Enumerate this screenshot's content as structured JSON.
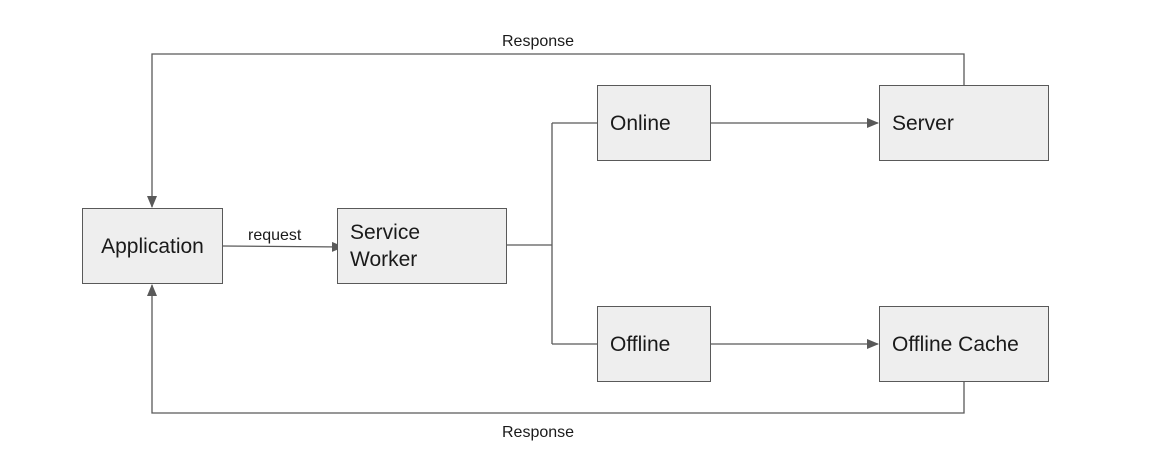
{
  "diagram": {
    "nodes": {
      "application": "Application",
      "service_worker": [
        "Service",
        "Worker"
      ],
      "online": "Online",
      "offline": "Offline",
      "server": "Server",
      "offline_cache": "Offline Cache"
    },
    "edge_labels": {
      "request": "request",
      "response_top": "Response",
      "response_bottom": "Response"
    },
    "colors": {
      "node_fill": "#eeeeee",
      "node_border": "#595959",
      "edge": "#595959",
      "text": "#1a1a1a"
    }
  }
}
